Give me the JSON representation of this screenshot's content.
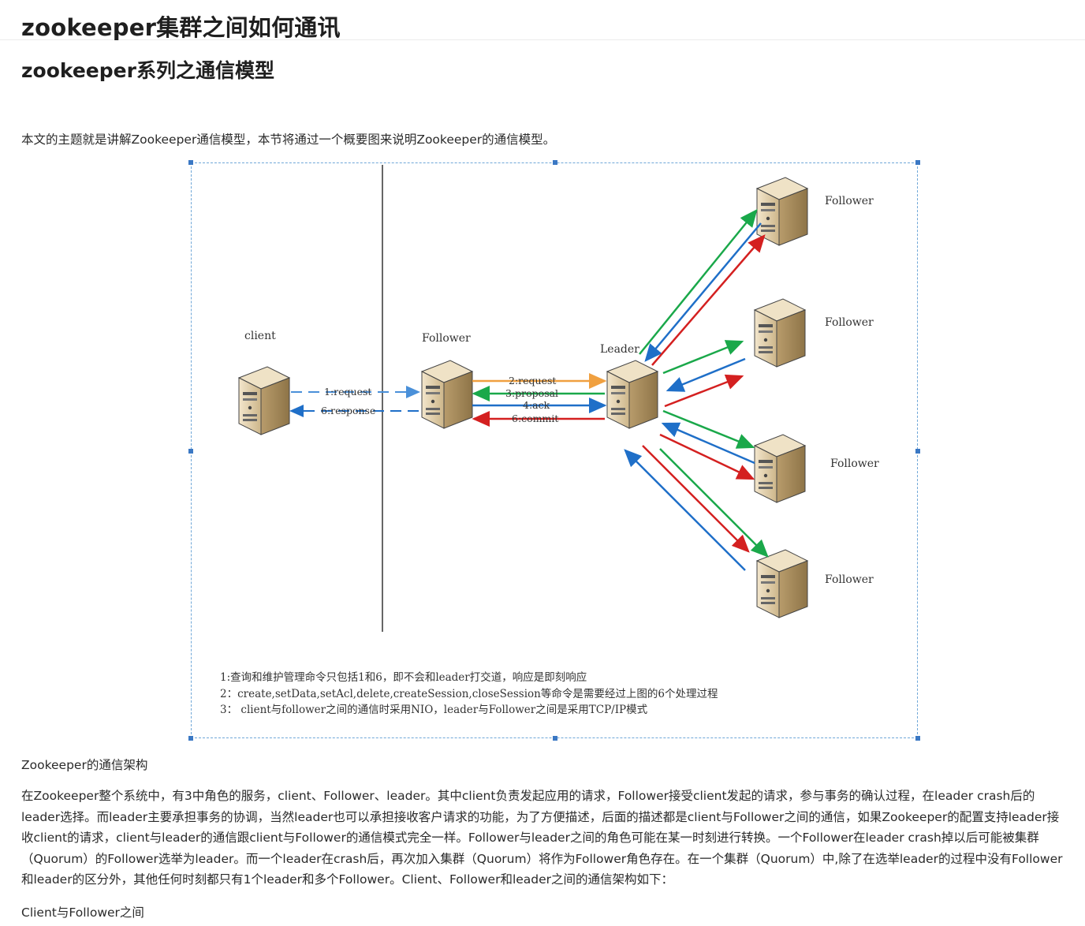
{
  "page": {
    "title": "zookeeper集群之间如何通讯",
    "heading": "zookeeper系列之通信模型",
    "intro": "本文的主题就是讲解Zookeeper通信模型，本节将通过一个概要图来说明Zookeeper的通信模型。",
    "section_label": "Zookeeper的通信架构",
    "body": "在Zookeeper整个系统中，有3中角色的服务，client、Follower、leader。其中client负责发起应用的请求，Follower接受client发起的请求，参与事务的确认过程，在leader crash后的leader选择。而leader主要承担事务的协调，当然leader也可以承担接收客户请求的功能，为了方便描述，后面的描述都是client与Follower之间的通信，如果Zookeeper的配置支持leader接收client的请求，client与leader的通信跟client与Follower的通信模式完全一样。Follower与leader之间的角色可能在某一时刻进行转换。一个Follower在leader crash掉以后可能被集群（Quorum）的Follower选举为leader。而一个leader在crash后，再次加入集群（Quorum）将作为Follower角色存在。在一个集群（Quorum）中,除了在选举leader的过程中没有Follower和leader的区分外，其他任何时刻都只有1个leader和多个Follower。Client、Follower和leader之间的通信架构如下：",
    "subheading": "Client与Follower之间"
  },
  "diagram": {
    "client_label": "client",
    "follower_label": "Follower",
    "leader_label": "Leader",
    "right_followers": [
      "Follower",
      "Follower",
      "Follower",
      "Follower"
    ],
    "request_label": "1:request",
    "response_label": "6:response",
    "leader_request_label": "2:request",
    "proposal_label": "3:proposal",
    "ack_label": "4:ack",
    "commit_label": "6:commit",
    "notes": [
      "1:查询和维护管理命令只包括1和6，即不会和leader打交道，响应是即刻响应",
      "2：create,setData,setAcl,delete,createSession,closeSession等命令是需要经过上图的6个处理过程",
      "3：  client与follower之间的通信时采用NIO，leader与Follower之间是采用TCP/IP模式"
    ],
    "colors": {
      "request": "#4a90d9",
      "orange": "#f0a040",
      "green": "#1aa84a",
      "blue": "#1f6fc8",
      "red": "#d42020",
      "server_body": "#e0cba3"
    }
  }
}
